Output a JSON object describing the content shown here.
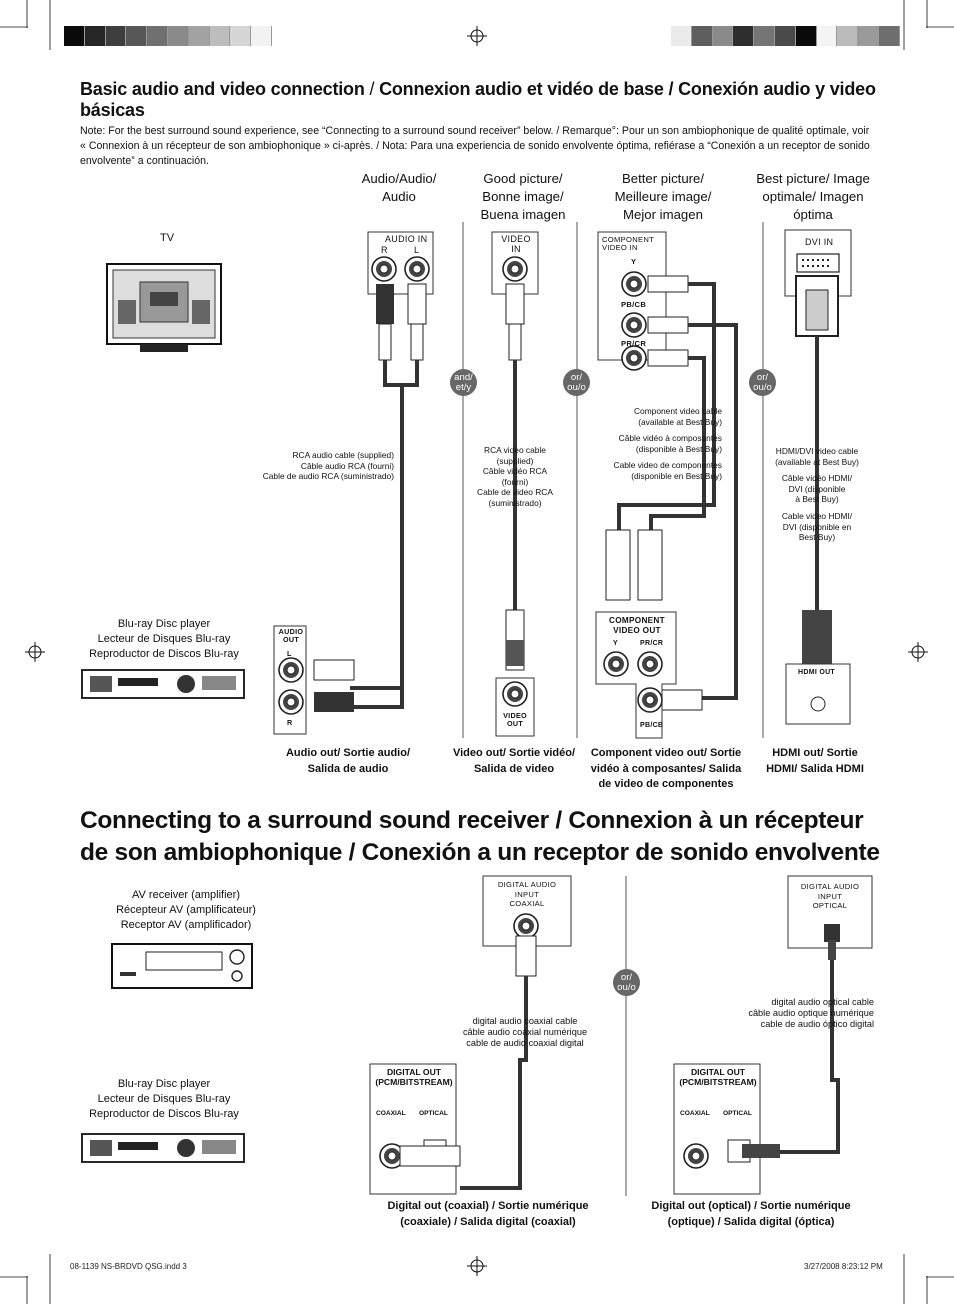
{
  "color_bar_left": [
    "#0a0a0a",
    "#262626",
    "#3e3e3e",
    "#575757",
    "#707070",
    "#8a8a8a",
    "#a3a3a3",
    "#bdbdbd",
    "#d6d6d6",
    "#f2f2f2"
  ],
  "color_bar_right": [
    "#ebebeb",
    "#5e5e5e",
    "#8a8a8a",
    "#2e2e2e",
    "#757575",
    "#4a4a4a",
    "#0a0a0a",
    "#f4f4f4",
    "#bbbbbb",
    "#9a9a9a",
    "#6e6e6e"
  ],
  "section1": {
    "title_en": "Basic audio and video connection",
    "title_sep1": " / ",
    "title_fr": "Connexion audio et vidéo de base / Conexión audio y video básicas",
    "note": "Note: For the best surround sound experience,  see “Connecting to a surround sound receiver” below. / Remarque°: Pour un son ambiophonique de qualité optimale, voir « Connexion à un récepteur de son ambiophonique » ci-après. / Nota: Para una experiencia de sonido envolvente óptima, refiérase a “Conexión a un receptor de sonido envolvente” a continuación.",
    "col_headings": [
      "Audio/Audio/ Audio",
      "Good picture/ Bonne image/ Buena imagen",
      "Better picture/ Meilleure image/ Mejor imagen",
      "Best picture/ Image optimale/ Imagen óptima"
    ],
    "tv_label": "TV",
    "player_label": [
      "Blu-ray Disc player",
      "Lecteur de Disques Blu-ray",
      "Reproductor de Discos Blu-ray"
    ],
    "badges": [
      "and/ et/y",
      "or/ ou/o",
      "or/ ou/o"
    ],
    "tv_panels": {
      "audio_in": "AUDIO IN",
      "audio_r": "R",
      "audio_l": "L",
      "video_in": "VIDEO IN",
      "component_in": "COMPONENT VIDEO IN",
      "comp_y": "Y",
      "comp_pb": "PB/CB",
      "comp_pr": "PR/CR",
      "dvi_in": "DVI IN"
    },
    "player_panels": {
      "audio_out": "AUDIO OUT",
      "audio_l": "L",
      "audio_r": "R",
      "video_out": "VIDEO OUT",
      "component_out": "COMPONENT VIDEO OUT",
      "comp_y": "Y",
      "comp_pr": "PR/CR",
      "comp_pb": "PB/CB",
      "hdmi_out": "HDMI OUT"
    },
    "cable_labels": {
      "rca_audio": [
        "RCA audio cable (supplied)",
        "Câble audio RCA (fourni)",
        "Cable de audio RCA (suministrado)"
      ],
      "rca_video": [
        "RCA video cable",
        "(supplied)",
        "Câble vidéo RCA",
        "(fourni)",
        "Cable de video RCA",
        "(suministrado)"
      ],
      "component": [
        "Component video cable",
        "(available at Best Buy)",
        "Câble vidéo à composantes",
        "(disponible à Best Buy)",
        "Cable video de componentes",
        "(disponible en Best Buy)"
      ],
      "hdmi": [
        "HDMI/DVI video cable",
        "(available at Best Buy)",
        "Câble vidéo HDMI/",
        "DVI (disponible",
        "à Best Buy)",
        "Cable video HDMI/",
        "DVI (disponible en",
        "Best Buy)"
      ]
    },
    "bottom_labels": [
      "Audio out/ Sortie audio/ Salida de audio",
      "Video out/ Sortie vidéo/ Salida de video",
      "Component video out/ Sortie vidéo à composantes/ Salida de video de componentes",
      "HDMI out/ Sortie HDMI/ Salida HDMI"
    ]
  },
  "section2": {
    "title": "Connecting to a surround sound receiver / Connexion à un récepteur de son ambiophonique / Conexión a un receptor de sonido envolvente",
    "receiver_label": [
      "AV receiver (amplifier)",
      "Récepteur AV (amplificateur)",
      "Receptor AV (amplificador)"
    ],
    "player_label": [
      "Blu-ray Disc player",
      "Lecteur de Disques Blu-ray",
      "Reproductor de Discos Blu-ray"
    ],
    "badge": "or/ ou/o",
    "coaxial_input": [
      "DIGITAL AUDIO INPUT",
      "COAXIAL"
    ],
    "optical_input": [
      "DIGITAL AUDIO INPUT",
      "OPTICAL"
    ],
    "coaxial_cable": [
      "digital audio coaxial cable",
      "câble audio coaxial numérique",
      "cable de audio coaxial digital"
    ],
    "optical_cable": [
      "digital audio optical cable",
      "câble audio optique numérique",
      "cable de audio óptico digital"
    ],
    "digital_out_panel": [
      "DIGITAL OUT",
      "(PCM/BITSTREAM)",
      "COAXIAL",
      "OPTICAL"
    ],
    "bottom_labels": [
      "Digital out (coaxial) / Sortie numérique (coaxiale) / Salida digital (coaxial)",
      "Digital out (optical) / Sortie numérique (optique) / Salida digital (óptica)"
    ]
  },
  "footer": {
    "file": "08-1139 NS-BRDVD QSG.indd   3",
    "date": "3/27/2008   8:23:12 PM"
  }
}
